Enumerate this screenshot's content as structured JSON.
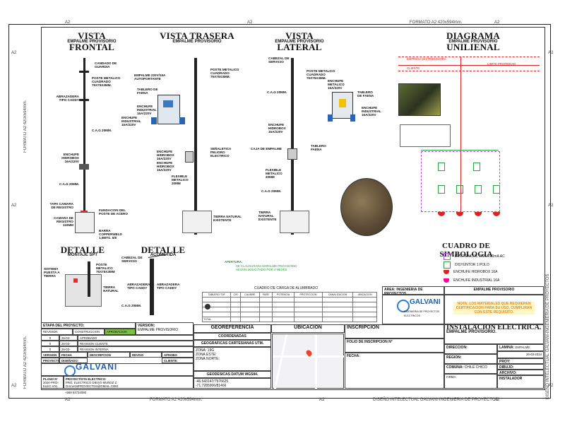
{
  "sheet": {
    "format_top": "FORMATO A2 420x594mm.",
    "format_bottom": "FORMATO A2 420x594mm.",
    "a2": "A2",
    "side_left": "FORMATO A2 420x594mm.",
    "side_right": "DISEÑO INTELECTUAL GALVANI-INGENIERIA DE PROYECTOS",
    "footer_design": "DISEÑO INTELECTUAL GALVANI-INGENIERIA DE PROYECTOS"
  },
  "views": {
    "frontal": {
      "title": "VISTA FRONTAL",
      "subtitle": "EMPALME PROVISORIO"
    },
    "trasera": {
      "title": "VISTA TRASERA",
      "subtitle": "EMPALME PROVISORIO"
    },
    "lateral": {
      "title": "VISTA LATERAL",
      "subtitle": "EMPALME PROVISORIO"
    },
    "unilineal": {
      "title": "DIAGRAMA UNILIENAL",
      "subtitle": "EMPALME PROVISORIO"
    },
    "detalle1": {
      "title": "DETALLE",
      "subtitle": "MONTAJE SPT"
    },
    "detalle2": {
      "title": "DETALLE",
      "subtitle": "ACOMETIDA"
    },
    "simbologia": {
      "title": "CUADRO DE SIMBOLOGIA"
    }
  },
  "frontal_labels": [
    "CANDADO DE GUARDIA",
    "POSTE METALICO CUADRADO 75x75x3mm.",
    "ABRAZADERA TIPO CADDY",
    "C.A.G 20mm.",
    "ENCHUFE HIDROBOX 16A/220V",
    "C.A.G 20mm.",
    "TAPA CAMARA DE REGISTRO",
    "CAMARA DE REGISTRO 110mm",
    "FUNDACION DEL POSTE DE ACERO",
    "BARRA COPPERWELD 1,5mts. 5/8"
  ],
  "trasera_labels": [
    "EMPALME 220V/16A AUTOPORTANTE",
    "POSTE METALICO CUADRADO 75x75x3mm.",
    "TABLERO DE FAENA",
    "ENCHUFE INDUSTRIAL 16A/220V",
    "ENCHUFE INDUSTRIAL 16A/220V",
    "ENCHUFE HIDROBOX 16A/220V",
    "ENCHUFE HIDROBOX 16A/220V",
    "FLEXIBLE METALICO 20mm",
    "SEÑALETICA PELIGRO ELECTRICO",
    "TIERRA NATURAL EXISTENTE"
  ],
  "lateral_labels": [
    "CABEZAL DE SERVICIO",
    "POSTE METALICO CUADRADO 75x75x3mm.",
    "ENCHUFE METALICO 16A/220V",
    "C.A.G 20mm.",
    "TABLERO DE FAENA",
    "ENCHUFE INDUSTRIAL 16A/220V",
    "ENCHUFE HIDROBOX 16A/220V",
    "TABLERO FAENA",
    "CAJA DE EMPALME",
    "FLEXIBLE METALICO 20mm",
    "C.A.G 20mm.",
    "TIERRA NATURAL EXISTENTE"
  ],
  "unilineal_labels": {
    "empresa": "EMPRESA DISTRIBUIDORA",
    "limite": "LIMITE PROPIEDAD",
    "cliente": "CLIENTE"
  },
  "detalle_labels": [
    "SISTEMA PUESTA A TIERRA",
    "POSTE METALICO 75x75x3mm",
    "ABRAZADERA TIPO CADDY",
    "TIERRA NATURAL",
    "CABEZAL DE SERVICIO",
    "ABRAZADERA TIPO CADDY",
    "C.A.G 20mm."
  ],
  "simbologia": [
    {
      "label": "DIFERENCIAL 2x25A/30mA AC"
    },
    {
      "label": "DISYUNTOR 1 POLO"
    },
    {
      "label": "ENCHUFE HIDROBOX 16A"
    },
    {
      "label": "ENCHUFE INDUSTRIAL 16A"
    }
  ],
  "carga": {
    "title": "CUADRO DE CARGA DE ALUMBRADO",
    "headers": [
      "TABLERO TDF",
      "CIR",
      "CALIBRE",
      "FASE",
      "POTENCIA",
      "PROTECCION",
      "CANALIZACION",
      "UBICACION"
    ],
    "total": "TOTAL"
  },
  "note": {
    "heading": "APERTURA:",
    "text": "SE CLAUSURARA EMPALME PROVISORIO SEGUN SOLICITADO POR 4 MESES"
  },
  "title_block": {
    "area_label": "AREA:",
    "area": "INGENIERIA DE PROYECTOS",
    "empalme": "EMPALME PROVISORIO",
    "warning": "NOTA: LOS MATERIALES QUE REQUIEREN CERTIFICACION PARA SU USO, CUMPLIRAN CON ESTE REQUISITO.",
    "brand": "GALVANI",
    "brand_sub": "INGENIERIA DE PROYECTOS ELECTRICOS",
    "install_title": "INSTALACION ELECTRICA.",
    "install_sub": "EMPALME PROVISORIO.",
    "direccion_label": "DIRECCION:",
    "region_label": "REGION:",
    "comuna_label": "COMUNA:",
    "comuna": "CHILE CHICO",
    "lamina_label": "LAMINA:",
    "lamina": "EMPALME PROVISORIO",
    "fecha": "26-03-2024",
    "proy_label": "PROY:",
    "dibujo_label": "DIBUJO:",
    "archivo_label": "ARCHIVO:",
    "instalador": "INSTALADOR",
    "firma": "FIRMA"
  },
  "geo": {
    "title": "GEOREFERENCIA",
    "coords": "COORDENADAS",
    "geo_utm": "GEOGRAFICAS CARTESIANAS UTM.",
    "zone": "ZONA: 19G",
    "este": "ZONA ESTE:",
    "norte": "ZONA NORTE:",
    "datum": "GEODESICAS DATUM WGS84.",
    "lat": "-46.543147/7576625",
    "lon": "-71.7285906/81466"
  },
  "ubicacion": {
    "title": "UBICACION"
  },
  "inscripcion": {
    "title": "INSCRIPCION",
    "folio": "FOLIO DE INSCRIPCION N°",
    "fecha": "FECHA:"
  },
  "project_state": {
    "title": "ETAPA DEL PROYECTO:",
    "version_label": "VERSION:",
    "version": "EMPALME PROVISORIO",
    "headers": [
      "REVISION",
      "CONSTRUCCION",
      "APROBACION"
    ],
    "rows": [
      {
        "rev": "0",
        "date": "26-03-2024",
        "desc": "APROBADO"
      },
      {
        "rev": "0",
        "date": "26-03-2024",
        "desc": "REVISION CLIENTE"
      },
      {
        "rev": "0",
        "date": "26-03-2024",
        "desc": "REVISION INTERNA"
      }
    ],
    "cols2": [
      "VERSION",
      "FECHA",
      "DESCRIPCION",
      "REVISO",
      "APROBO"
    ],
    "proyectista_label": "PROYECTISTA:",
    "disenado_label": "DISEÑADO:",
    "cliente_label": "CLIENTE:",
    "plano_label": "PLANO N°",
    "plano": "2024-PRO-ELEC-V01",
    "proyectista": "PROYECTISTA ELECTRICO:",
    "engineer": "PRO. ELECTRICO DIEGO MUÑOZ Z.",
    "email": "GALVANIPROYECTOS@GMAIL.COM",
    "phone": "+569 54734080"
  }
}
